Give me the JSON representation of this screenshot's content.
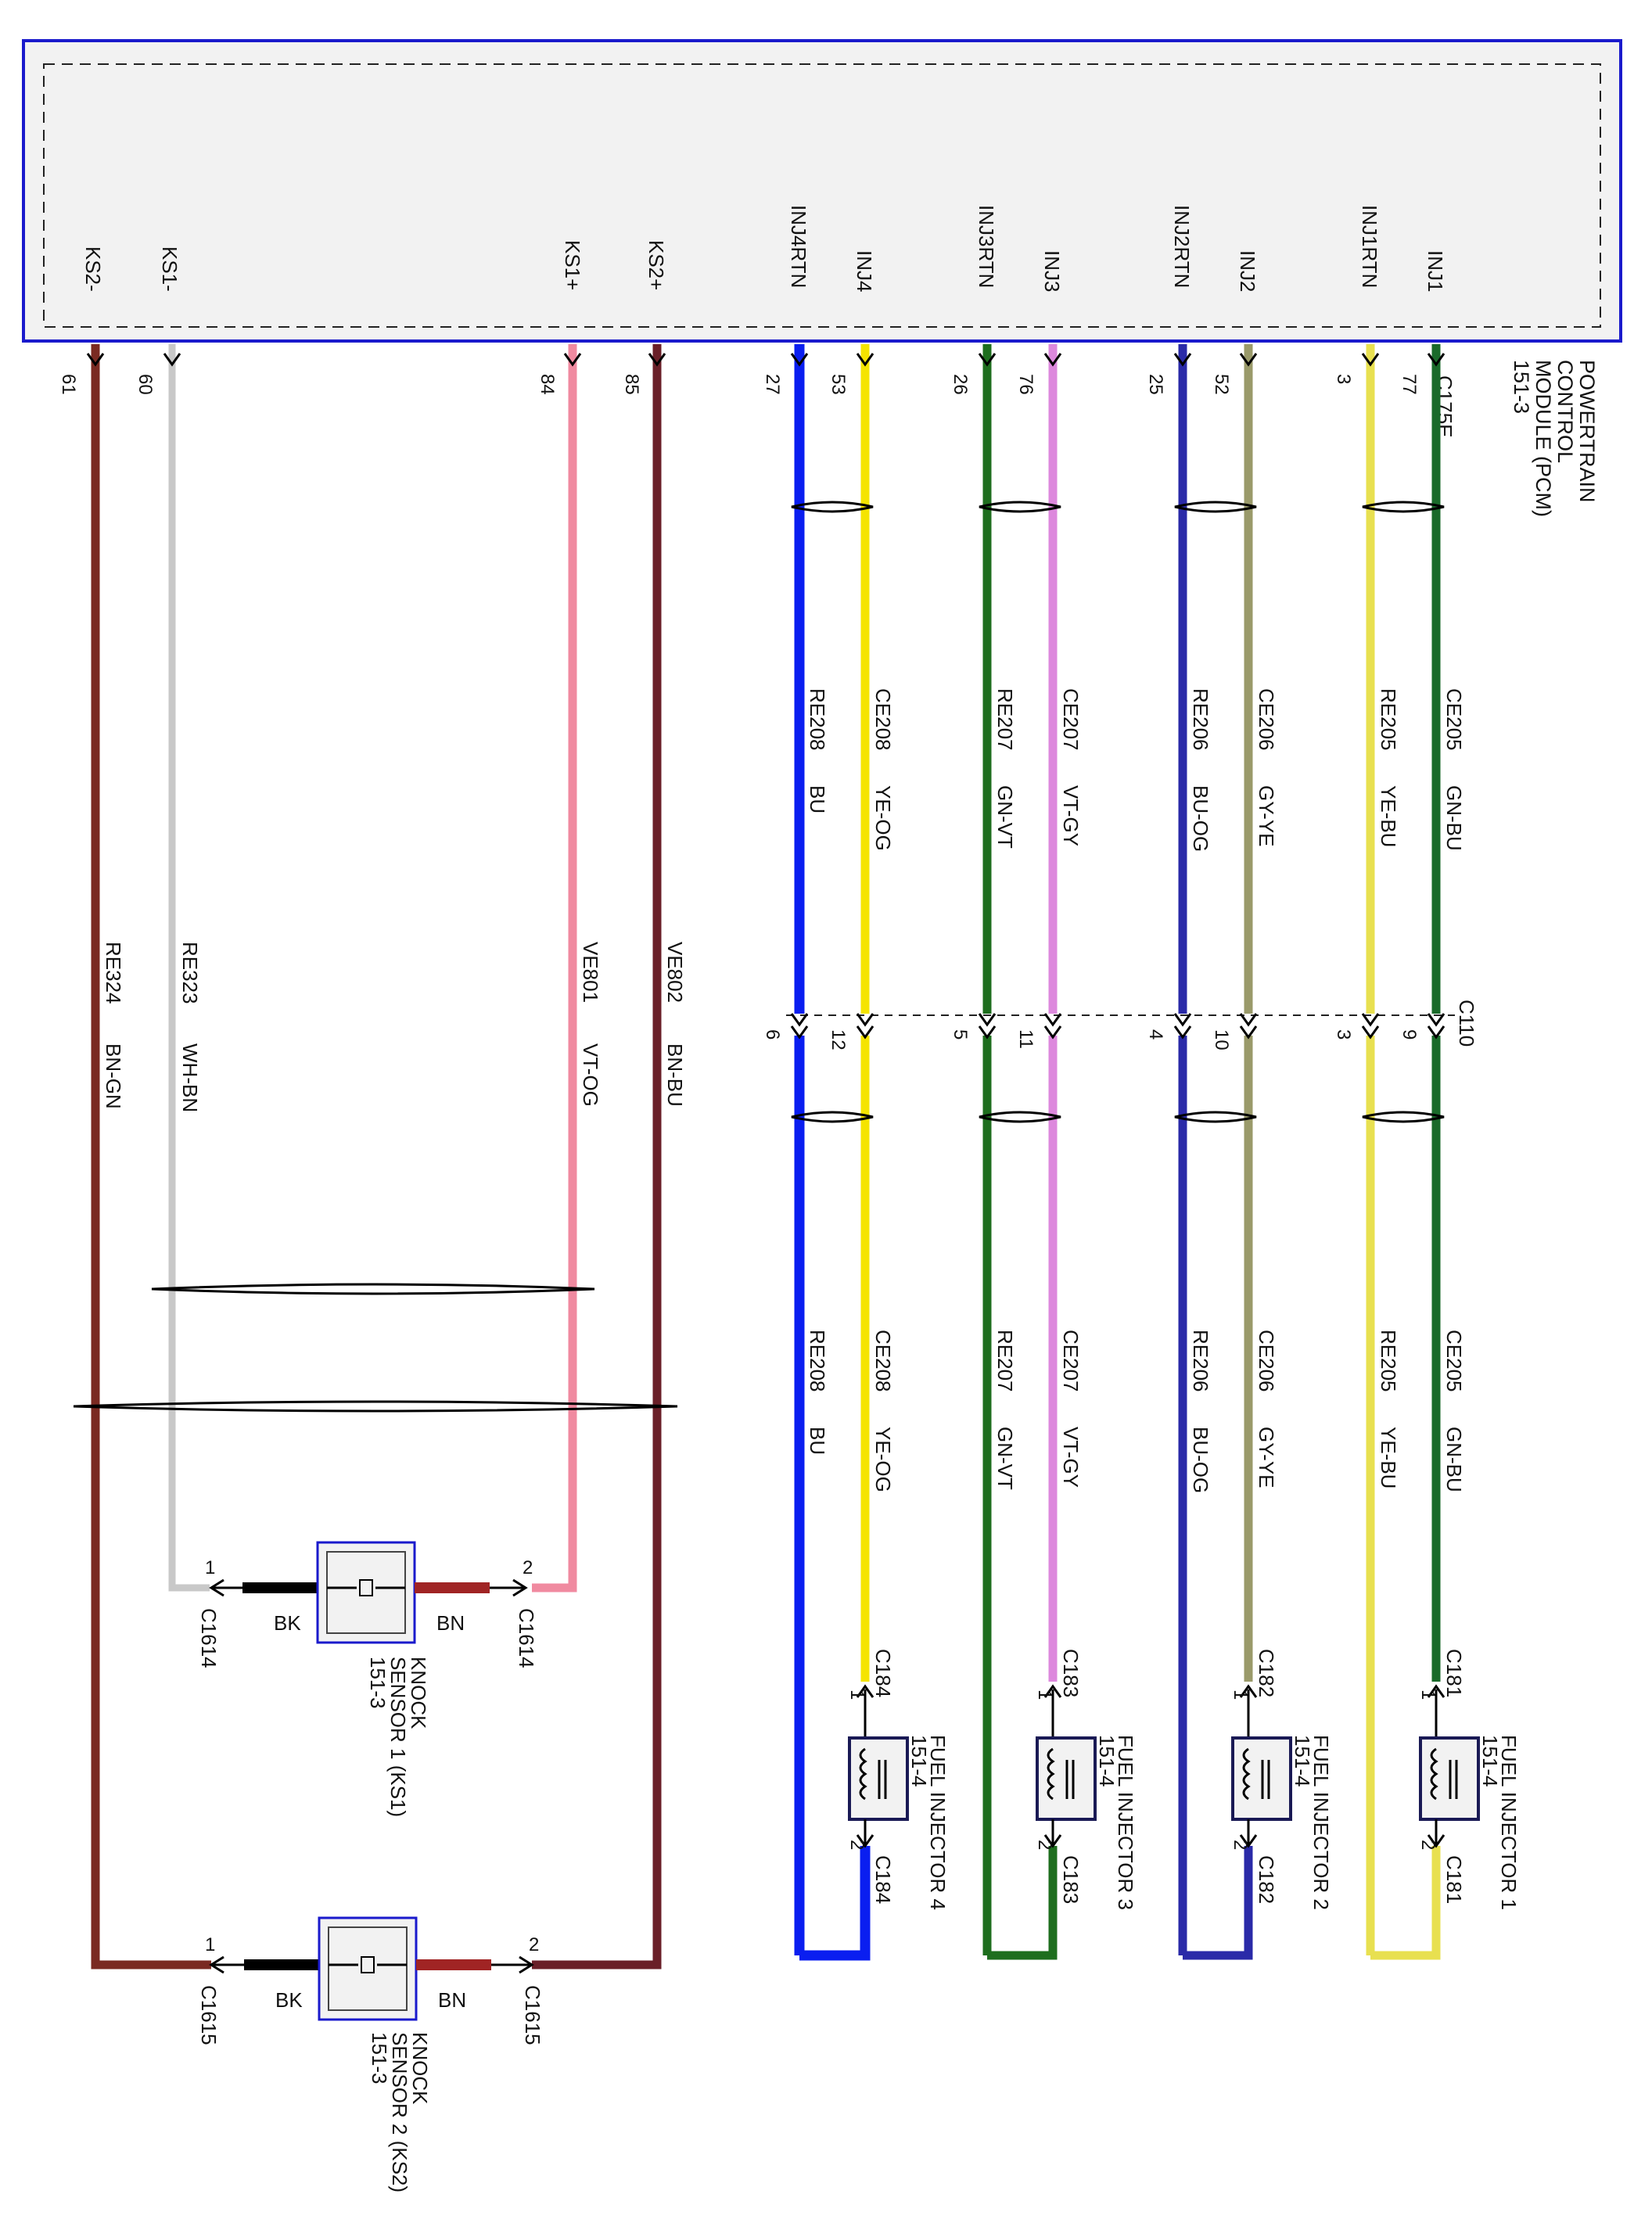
{
  "pcm": {
    "title_lines": [
      "POWERTRAIN",
      "CONTROL",
      "MODULE (PCM)",
      "151-3"
    ],
    "connector": "C175E",
    "pins": [
      {
        "name": "KS2-",
        "number": "61",
        "wire_color": "#7a2a22"
      },
      {
        "name": "KS1-",
        "number": "60",
        "wire_color": "#c8c8c8"
      },
      {
        "name": "KS1+",
        "number": "84",
        "wire_color": "#f08aa0"
      },
      {
        "name": "KS2+",
        "number": "85",
        "wire_color": "#6a1f28"
      },
      {
        "name": "INJ4RTN",
        "number": "27",
        "wire_color": "#0a1ef0"
      },
      {
        "name": "INJ4",
        "number": "53",
        "wire_color": "#f5e400"
      },
      {
        "name": "INJ3RTN",
        "number": "26",
        "wire_color": "#1e6e1e"
      },
      {
        "name": "INJ3",
        "number": "76",
        "wire_color": "#dd88dd"
      },
      {
        "name": "INJ2RTN",
        "number": "25",
        "wire_color": "#2a2aa8"
      },
      {
        "name": "INJ2",
        "number": "52",
        "wire_color": "#9a9a6a"
      },
      {
        "name": "INJ1RTN",
        "number": "3",
        "wire_color": "#e8e050"
      },
      {
        "name": "INJ1",
        "number": "77",
        "wire_color": "#1a6a2a"
      }
    ]
  },
  "inline_connector": {
    "name": "C110",
    "pins": [
      "6",
      "12",
      "5",
      "11",
      "4",
      "10",
      "3",
      "9"
    ]
  },
  "circuits": {
    "inj4rtn": {
      "circuit": "RE208",
      "color": "BU"
    },
    "inj4": {
      "circuit": "CE208",
      "color": "YE-OG"
    },
    "inj3rtn": {
      "circuit": "RE207",
      "color": "GN-VT"
    },
    "inj3": {
      "circuit": "CE207",
      "color": "VT-GY"
    },
    "inj2rtn": {
      "circuit": "RE206",
      "color": "BU-OG"
    },
    "inj2": {
      "circuit": "CE206",
      "color": "GY-YE"
    },
    "inj1rtn": {
      "circuit": "RE205",
      "color": "YE-BU"
    },
    "inj1": {
      "circuit": "CE205",
      "color": "GN-BU"
    },
    "ks2m": {
      "circuit": "RE324",
      "color": "BN-GN"
    },
    "ks1m": {
      "circuit": "RE323",
      "color": "WH-BN"
    },
    "ks1p": {
      "circuit": "VE801",
      "color": "VT-OG"
    },
    "ks2p": {
      "circuit": "VE802",
      "color": "BN-BU"
    }
  },
  "injectors": [
    {
      "label": "FUEL INJECTOR 4",
      "ref": "151-4",
      "connector": "C184",
      "pin1": "1",
      "pin2": "2"
    },
    {
      "label": "FUEL INJECTOR 3",
      "ref": "151-4",
      "connector": "C183",
      "pin1": "1",
      "pin2": "2"
    },
    {
      "label": "FUEL INJECTOR 2",
      "ref": "151-4",
      "connector": "C182",
      "pin1": "1",
      "pin2": "2"
    },
    {
      "label": "FUEL INJECTOR 1",
      "ref": "151-4",
      "connector": "C181",
      "pin1": "1",
      "pin2": "2"
    }
  ],
  "knock_sensors": [
    {
      "label_lines": [
        "KNOCK",
        "SENSOR 1 (KS1)",
        "151-3"
      ],
      "connector": "C1614",
      "pin1": "1",
      "pin2": "2",
      "lead1": "BK",
      "lead2": "BN"
    },
    {
      "label_lines": [
        "KNOCK",
        "SENSOR 2 (KS2)",
        "151-3"
      ],
      "connector": "C1615",
      "pin1": "1",
      "pin2": "2",
      "lead1": "BK",
      "lead2": "BN"
    }
  ],
  "colors": {
    "pcm_border": "#1a1acc",
    "pcm_fill": "#f2f2f2",
    "component_border": "#1a1a99"
  }
}
